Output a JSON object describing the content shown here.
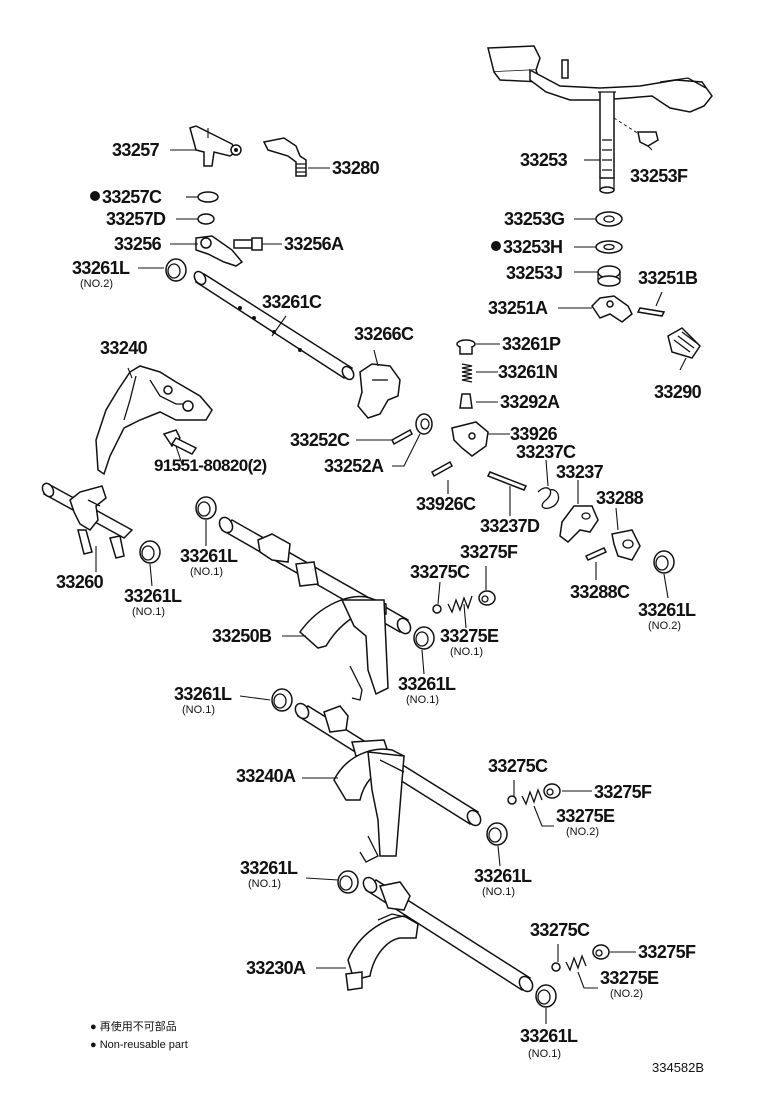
{
  "labels": {
    "p33257": "33257",
    "p33280": "33280",
    "p33257C": "33257C",
    "p33257D": "33257D",
    "p33256": "33256",
    "p33256A": "33256A",
    "p33261L_top": "33261L",
    "p33261C": "33261C",
    "p33240": "33240",
    "p33266C": "33266C",
    "p33252C": "33252C",
    "p33252A": "33252A",
    "p91551": "91551-80820(2)",
    "p33253": "33253",
    "p33253F": "33253F",
    "p33253G": "33253G",
    "p33253H": "33253H",
    "p33253J": "33253J",
    "p33251B": "33251B",
    "p33251A": "33251A",
    "p33261P": "33261P",
    "p33261N": "33261N",
    "p33292A": "33292A",
    "p33290": "33290",
    "p33926": "33926",
    "p33237C": "33237C",
    "p33237": "33237",
    "p33926C": "33926C",
    "p33237D": "33237D",
    "p33288": "33288",
    "p33260": "33260",
    "p33261L_a": "33261L",
    "p33261L_b": "33261L",
    "p33275F_1": "33275F",
    "p33275C_1": "33275C",
    "p33288C": "33288C",
    "p33261L_c": "33261L",
    "p33250B": "33250B",
    "p33275E_1": "33275E",
    "p33261L_d": "33261L",
    "p33261L_e": "33261L",
    "p33240A": "33240A",
    "p33275C_2": "33275C",
    "p33275F_2": "33275F",
    "p33275E_2": "33275E",
    "p33261L_f": "33261L",
    "p33261L_g": "33261L",
    "p33275C_3": "33275C",
    "p33230A": "33230A",
    "p33275F_3": "33275F",
    "p33275E_3": "33275E",
    "p33261L_h": "33261L"
  },
  "subs": {
    "top_no2": "(NO.2)",
    "a_no1": "(NO.1)",
    "b_no1": "(NO.1)",
    "c_no2": "(NO.2)",
    "e1_no1": "(NO.1)",
    "d_no1": "(NO.1)",
    "e_no1": "(NO.1)",
    "e2_no2": "(NO.2)",
    "f_no1": "(NO.1)",
    "g_no1": "(NO.1)",
    "e3_no2": "(NO.2)",
    "h_no1": "(NO.1)"
  },
  "legend": {
    "line_jp": "● 再使用不可部品",
    "line_en": "● Non-reusable part"
  },
  "ref_code": "334582B"
}
